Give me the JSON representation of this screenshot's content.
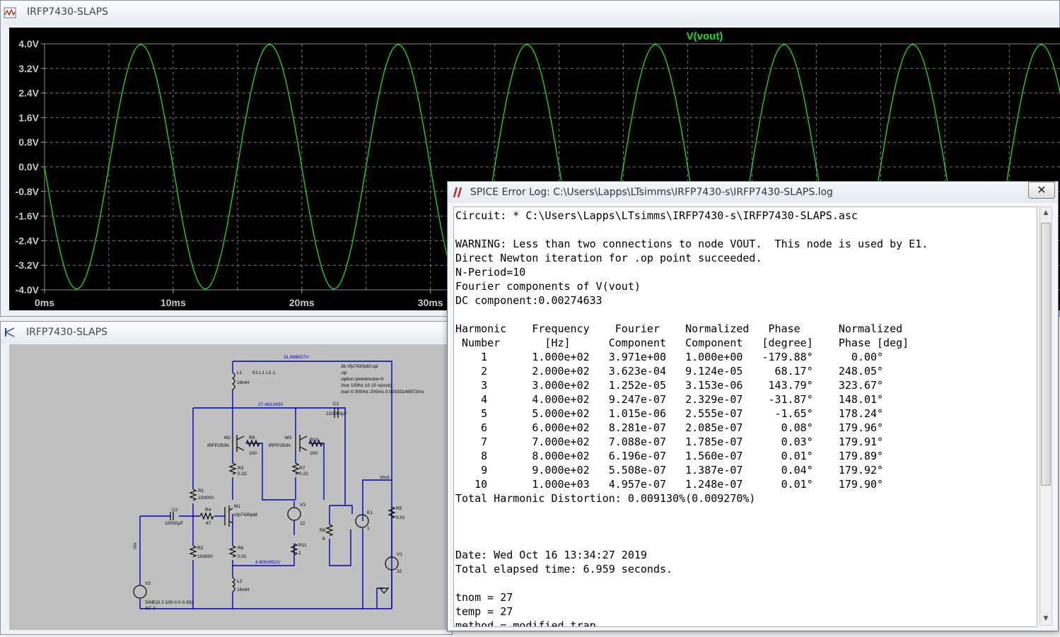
{
  "plot_window": {
    "title": "IRFP7430-SLAPS",
    "icon": "waveform-icon"
  },
  "schematic_window": {
    "title": "IRFP7430-SLAPS",
    "icon": "schematic-icon"
  },
  "chart_data": {
    "type": "line",
    "title": "V(vout)",
    "xlabel": "",
    "ylabel": "",
    "x_ticks": [
      "0ms",
      "10ms",
      "20ms",
      "30ms"
    ],
    "y_ticks": [
      "4.0V",
      "3.2V",
      "2.4V",
      "1.6V",
      "0.8V",
      "0.0V",
      "-0.8V",
      "-1.6V",
      "-2.4V",
      "-3.2V",
      "-4.0V"
    ],
    "xlim_ms": [
      0,
      79
    ],
    "ylim": [
      -4.0,
      4.0
    ],
    "series": [
      {
        "name": "V(vout)",
        "color": "#19e019",
        "kind": "sine",
        "amplitude": 3.971,
        "frequency_hz": 100,
        "phase_deg": -179.88,
        "dc": 0.00274633
      }
    ],
    "grid": true,
    "background": "#000000"
  },
  "schematic": {
    "labels": {
      "node1": "31.988627V",
      "node2": "27.481243V",
      "node3": "4.6062851V",
      "L1": "L1",
      "L1v": "16mH",
      "K1": "K1 L1 L2 1.",
      "spice1": ".lib irfp7430pbf.spi",
      "spice2": ".op",
      "spice3": ".option plotwinsize=0",
      "spice4": ".four 100hz 10 10 v(vout)",
      "spice5": ".tran 0 300ms 200ms 0.00033148972ms",
      "C1": "C1",
      "C1v": "220000µF",
      "M2": "M2",
      "M2t": "IRFP250N",
      "M3": "M3",
      "M3t": "IRFP250N",
      "R9": "R9",
      "R9v": "100",
      "R10": "R10",
      "R10v": "100",
      "R3": "R3",
      "R3v": "0.22",
      "R7": "R7",
      "R7v": "0.22",
      "R1": "R1",
      "R1v": "220000",
      "M1": "M1",
      "M1t": "irfp7430pbf",
      "C2": "C2",
      "C2v": "10000µF",
      "R4": "R4",
      "R4v": "47",
      "V3": "V3",
      "V3v": "12",
      "R8": "R8",
      "R8v": "8",
      "E1": "E1",
      "E1v": "1",
      "R5": "R5",
      "R5v": "0.01",
      "vout": "Vout",
      "R2": "R2",
      "R2v": "100000",
      "R6": "R6",
      "R6v": "0.01",
      "R11": "R11",
      "R11v": "1",
      "V1": "V1",
      "V1v": "32",
      "L2": "L2",
      "L2v": "16mH",
      "V2": "V2",
      "V2v": "SINE(0 2 100 0 0 0 30)",
      "V2ac": "AC 2",
      "vin": "Vin"
    }
  },
  "log_window": {
    "title": "SPICE Error Log: C:\\Users\\Lapps\\LTsimms\\IRFP7430-s\\IRFP7430-SLAPS.log",
    "close_label": "✕",
    "text": "Circuit: * C:\\Users\\Lapps\\LTsimms\\IRFP7430-s\\IRFP7430-SLAPS.asc\n\nWARNING: Less than two connections to node VOUT.  This node is used by E1.\nDirect Newton iteration for .op point succeeded.\nN-Period=10\nFourier components of V(vout)\nDC component:0.00274633\n\nHarmonic    Frequency    Fourier    Normalized   Phase      Normalized\n Number       [Hz]      Component   Component   [degree]    Phase [deg]\n    1       1.000e+02   3.971e+00   1.000e+00   -179.88°      0.00°\n    2       2.000e+02   3.623e-04   9.124e-05     68.17°    248.05°\n    3       3.000e+02   1.252e-05   3.153e-06    143.79°    323.67°\n    4       4.000e+02   9.247e-07   2.329e-07    -31.87°    148.01°\n    5       5.000e+02   1.015e-06   2.555e-07     -1.65°    178.24°\n    6       6.000e+02   8.281e-07   2.085e-07      0.08°    179.96°\n    7       7.000e+02   7.088e-07   1.785e-07      0.03°    179.91°\n    8       8.000e+02   6.196e-07   1.560e-07      0.01°    179.89°\n    9       9.000e+02   5.508e-07   1.387e-07      0.04°    179.92°\n   10       1.000e+03   4.957e-07   1.248e-07      0.01°    179.90°\nTotal Harmonic Distortion: 0.009130%(0.009270%)\n\n\n\nDate: Wed Oct 16 13:34:27 2019\nTotal elapsed time: 6.959 seconds.\n\ntnom = 27\ntemp = 27\nmethod = modified trap"
  }
}
